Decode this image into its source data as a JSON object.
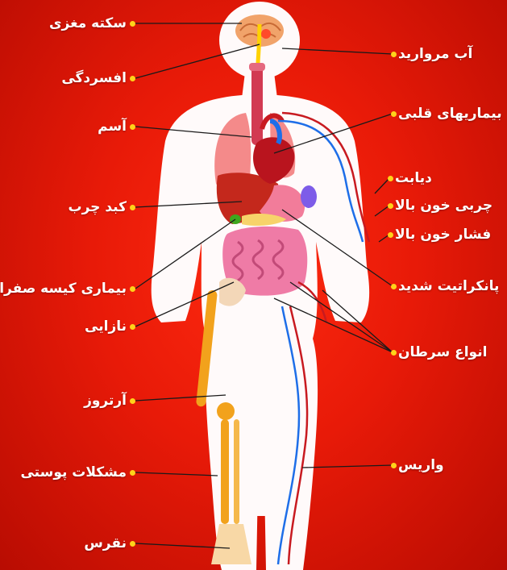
{
  "labels_left": [
    {
      "id": "stroke",
      "text": "سکته مغزی"
    },
    {
      "id": "depression",
      "text": "افسردگی"
    },
    {
      "id": "asthma",
      "text": "آسم"
    },
    {
      "id": "fatty-liver",
      "text": "کبد چرب"
    },
    {
      "id": "gallbladder",
      "text": "بیماری کیسه صفرا"
    },
    {
      "id": "infertility",
      "text": "نازایی"
    },
    {
      "id": "arthrosis",
      "text": "آرتروز"
    },
    {
      "id": "skin",
      "text": "مشکلات پوستی"
    },
    {
      "id": "gout",
      "text": "نقرس"
    }
  ],
  "labels_right": [
    {
      "id": "cataract",
      "text": "آب مروارید"
    },
    {
      "id": "heart-disease",
      "text": "بیماریهای قلبی"
    },
    {
      "id": "diabetes",
      "text": "دیابت"
    },
    {
      "id": "high-cholesterol",
      "text": "چربی خون بالا"
    },
    {
      "id": "high-blood-pressure",
      "text": "فشار خون بالا"
    },
    {
      "id": "pancreatitis",
      "text": "پانکراتیت شدید"
    },
    {
      "id": "cancers",
      "text": "انواع سرطان"
    },
    {
      "id": "varicose",
      "text": "واریس"
    }
  ],
  "colors": {
    "background": "#e81a08",
    "body": "#fffafa",
    "dot": "#ffd21a",
    "label": "#ffffff",
    "leader": "#1a1a1a"
  }
}
